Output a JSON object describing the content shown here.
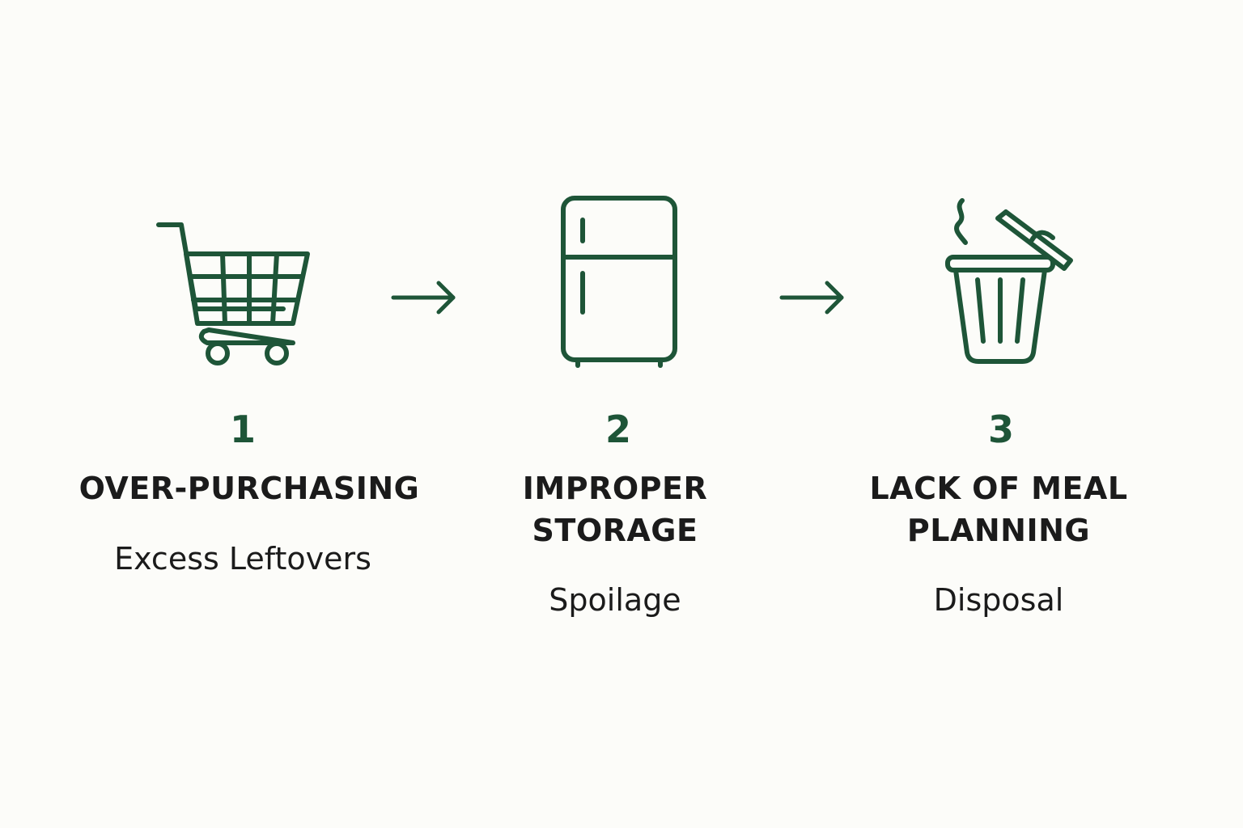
{
  "colors": {
    "accent": "#1e5538",
    "text": "#1b1b1b",
    "background": "#fcfcf9"
  },
  "steps": [
    {
      "number": "1",
      "title_lines": [
        "OVER-PURCHASING"
      ],
      "description": "Excess Leftovers",
      "icon": "shopping-cart-icon"
    },
    {
      "number": "2",
      "title_lines": [
        "IMPROPER",
        "STORAGE"
      ],
      "description": "Spoilage",
      "icon": "refrigerator-icon"
    },
    {
      "number": "3",
      "title_lines": [
        "LACK OF MEAL",
        "PLANNING"
      ],
      "description": "Disposal",
      "icon": "trash-can-icon"
    }
  ],
  "connectors": [
    "right-arrow-icon",
    "right-arrow-icon"
  ]
}
